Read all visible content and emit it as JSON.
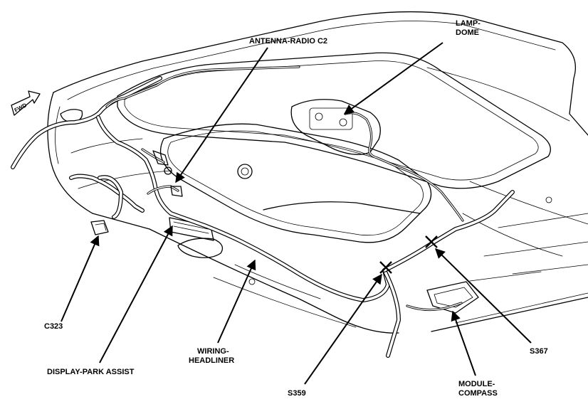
{
  "diagram": {
    "labels": {
      "antenna_radio_c2": "ANTENNA-RADIO C2",
      "lamp_dome_line1": "LAMP-",
      "lamp_dome_line2": "DOME",
      "c323": "C323",
      "display_park_assist": "DISPLAY-PARK ASSIST",
      "wiring_headliner_line1": "WIRING-",
      "wiring_headliner_line2": "HEADLINER",
      "s359": "S359",
      "s367": "S367",
      "module_compass_line1": "MODULE-",
      "module_compass_line2": "COMPASS",
      "fwd_arrow": "FWD"
    },
    "colors": {
      "line": "#000000",
      "background": "#ffffff"
    }
  }
}
